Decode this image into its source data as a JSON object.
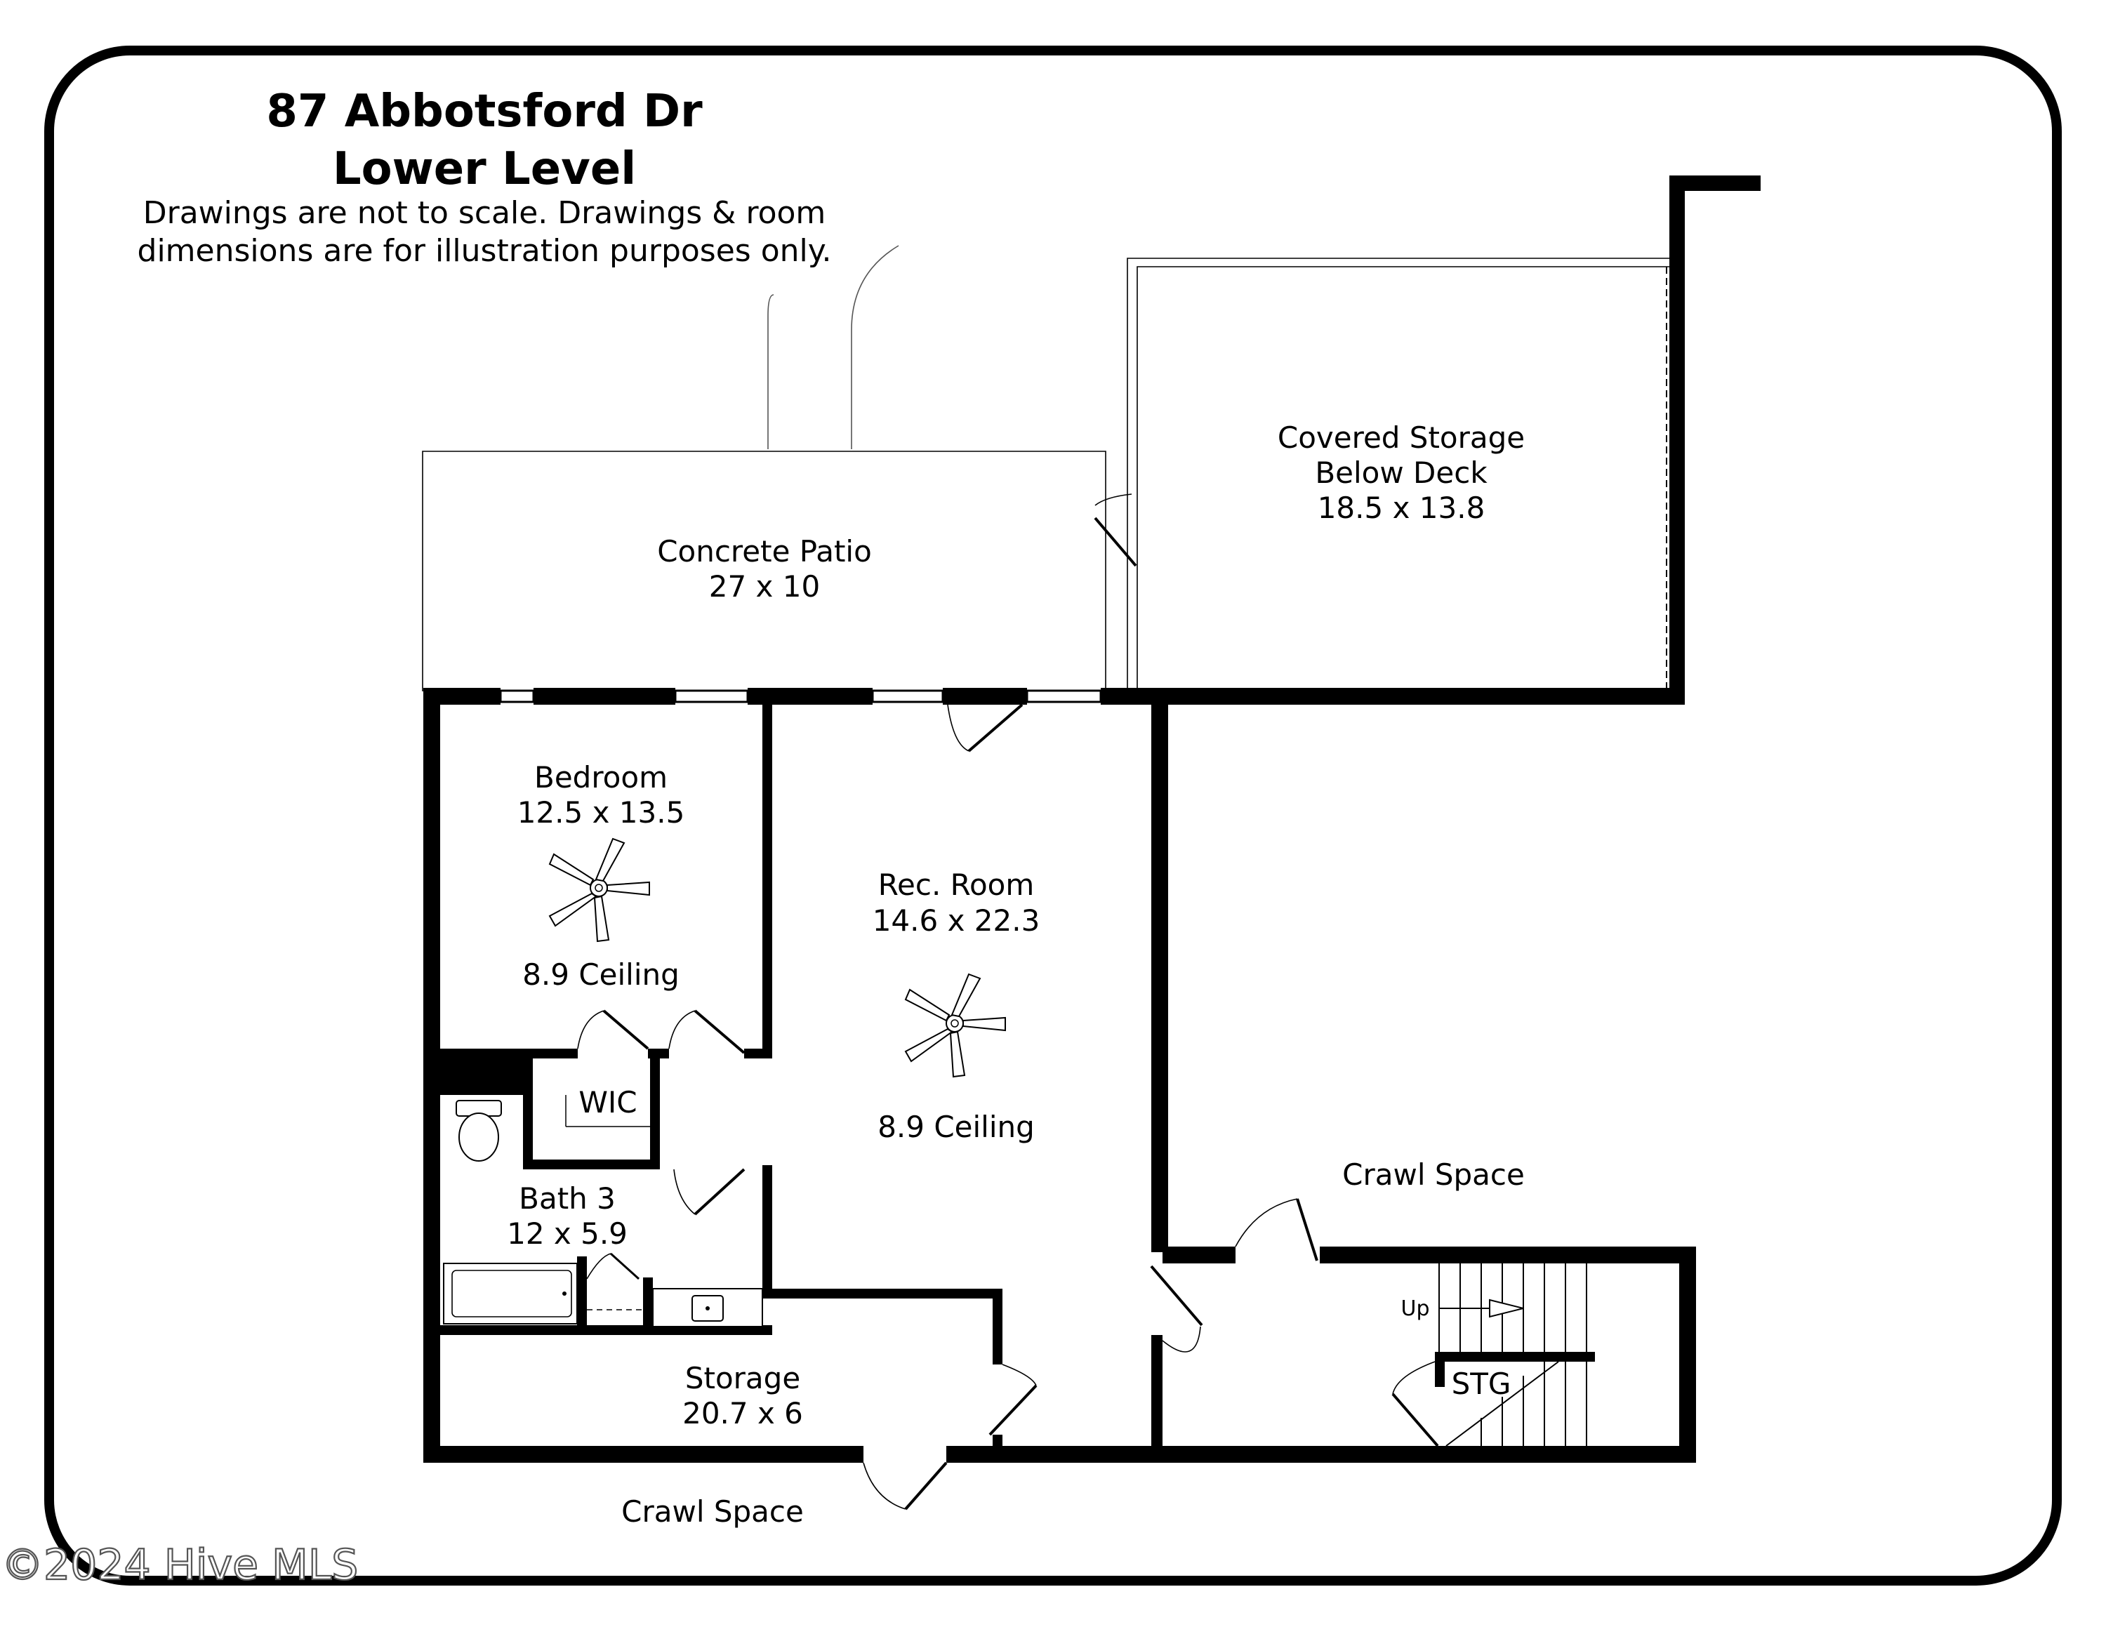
{
  "header": {
    "address": "87 Abbotsford Dr",
    "level": "Lower Level",
    "disclaimer_line1": "Drawings are not to scale. Drawings & room",
    "disclaimer_line2": "dimensions are for illustration purposes only."
  },
  "rooms": {
    "concrete_patio": {
      "name": "Concrete Patio",
      "dims": "27 x 10"
    },
    "covered_storage": {
      "name_line1": "Covered Storage",
      "name_line2": "Below Deck",
      "dims": "18.5 x 13.8"
    },
    "bedroom": {
      "name": "Bedroom",
      "dims": "12.5 x 13.5",
      "ceiling": "8.9 Ceiling"
    },
    "rec_room": {
      "name": "Rec. Room",
      "dims": "14.6 x 22.3",
      "ceiling": "8.9 Ceiling"
    },
    "wic": {
      "name": "WIC"
    },
    "bath3": {
      "name": "Bath 3",
      "dims": "12 x 5.9"
    },
    "storage": {
      "name": "Storage",
      "dims": "20.7 x 6"
    },
    "crawl_space_right": {
      "name": "Crawl Space"
    },
    "crawl_space_bottom": {
      "name": "Crawl Space"
    },
    "stg": {
      "name": "STG"
    },
    "stairs": {
      "label": "Up"
    }
  },
  "watermark": "©2024 Hive MLS",
  "colors": {
    "walls": "#000000",
    "background": "#ffffff",
    "frame": "#000000"
  }
}
